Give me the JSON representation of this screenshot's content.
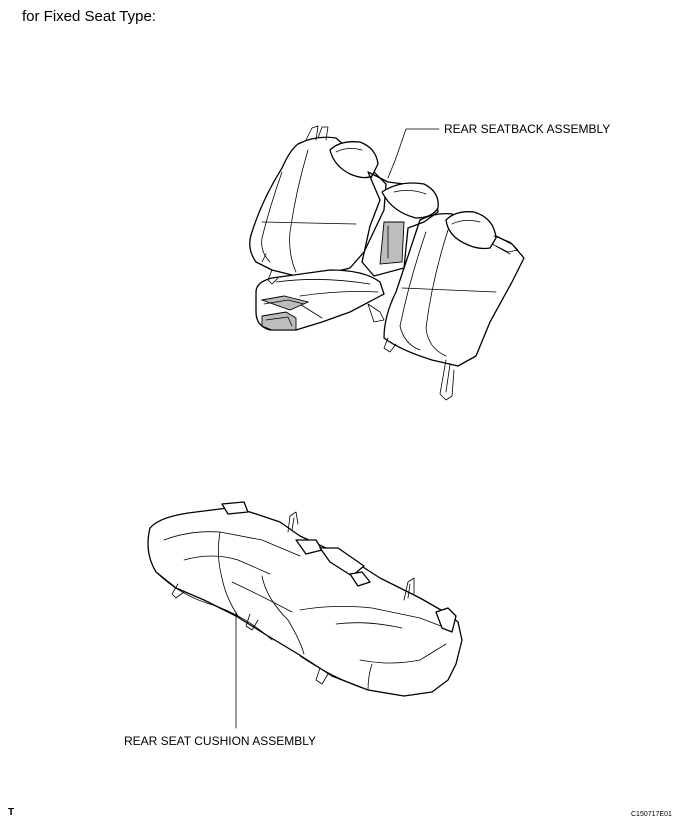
{
  "heading": "for Fixed Seat Type:",
  "labels": {
    "rear_seatback": "REAR SEATBACK ASSEMBLY",
    "rear_seat_cushion": "REAR SEAT CUSHION ASSEMBLY"
  },
  "corner_mark": "T",
  "figure_code": "C150717E01"
}
